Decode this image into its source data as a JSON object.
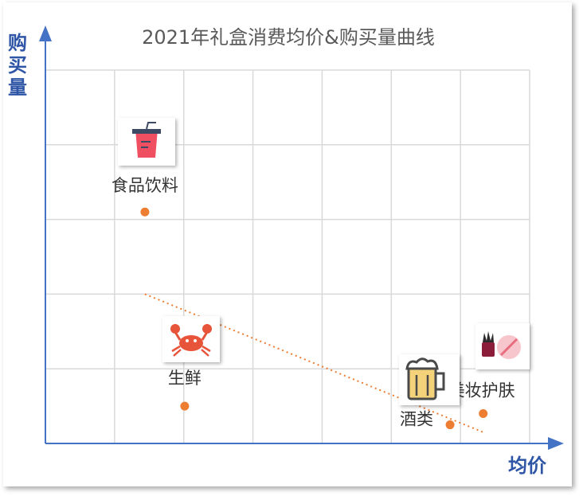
{
  "chart_data": {
    "type": "scatter",
    "title": "2021年礼盒消费均价&购买量曲线",
    "xlabel": "均价",
    "ylabel": "购买量",
    "xlim": [
      0,
      7.3
    ],
    "ylim": [
      0,
      5
    ],
    "grid": true,
    "trendline": {
      "type": "linear",
      "style": "dotted",
      "color": "#ed7d31",
      "from": [
        1.5,
        2.0
      ],
      "to": [
        6.6,
        0.15
      ]
    },
    "points": [
      {
        "label": "食品饮料",
        "icon": "drink-cup-icon",
        "x": 1.5,
        "y": 3.1
      },
      {
        "label": "生鲜",
        "icon": "crab-icon",
        "x": 2.1,
        "y": 0.5
      },
      {
        "label": "酒类",
        "icon": "beer-mug-icon",
        "x": 6.1,
        "y": 0.25
      },
      {
        "label": "美妆护肤",
        "icon": "cosmetics-icon",
        "x": 6.6,
        "y": 0.4
      }
    ],
    "colors": {
      "point": "#ed7d31",
      "axis": "#4472c4",
      "grid": "#d9d9d9",
      "axis_label": "#2f56a6",
      "title": "#595959"
    }
  }
}
